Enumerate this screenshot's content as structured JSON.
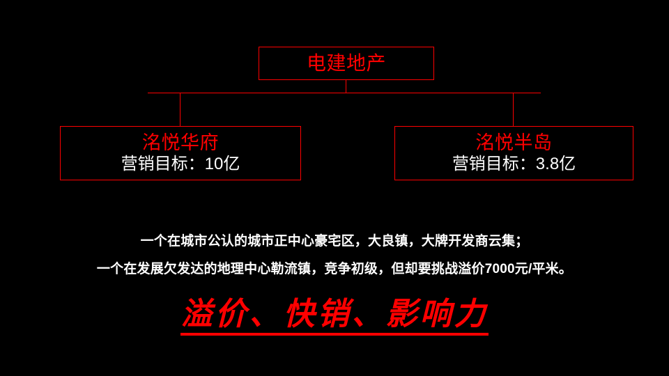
{
  "slide": {
    "background_color": "#000000",
    "accent_color": "#ff0000",
    "text_color": "#ffffff"
  },
  "org_chart": {
    "root": {
      "title": "电建地产"
    },
    "children": [
      {
        "title": "洺悦华府",
        "subtitle": "营销目标：10亿"
      },
      {
        "title": "洺悦半岛",
        "subtitle": "营销目标：3.8亿"
      }
    ]
  },
  "body": {
    "lines": [
      "一个在城市公认的城市正中心豪宅区，大良镇，大牌开发商云集；",
      "一个在发展欠发达的地理中心勒流镇，竞争初级，但却要挑战溢价7000元/平米。"
    ]
  },
  "headline": {
    "text": "溢价、快销、影响力"
  }
}
